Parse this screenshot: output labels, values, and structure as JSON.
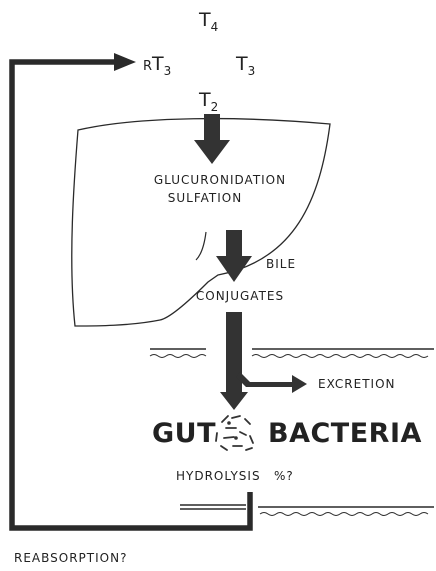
{
  "hormones": {
    "t4": "T",
    "t4_sub": "4",
    "rt3_prefix": "R",
    "rt3": "T",
    "rt3_sub": "3",
    "t3": "T",
    "t3_sub": "3",
    "t2": "T",
    "t2_sub": "2"
  },
  "liver": {
    "line1": "GLUCURONIDATION",
    "line2": "SULFATION",
    "bile": "BILE",
    "conjugates": "CONJUGATES"
  },
  "gut": {
    "excretion": "EXCRETION",
    "gut": "GUT",
    "bacteria": "BACTERIA",
    "hydrolysis": "HYDROLYSIS",
    "hydrolysis_symbol": "%?",
    "reabsorption": "REABSORPTION?"
  }
}
